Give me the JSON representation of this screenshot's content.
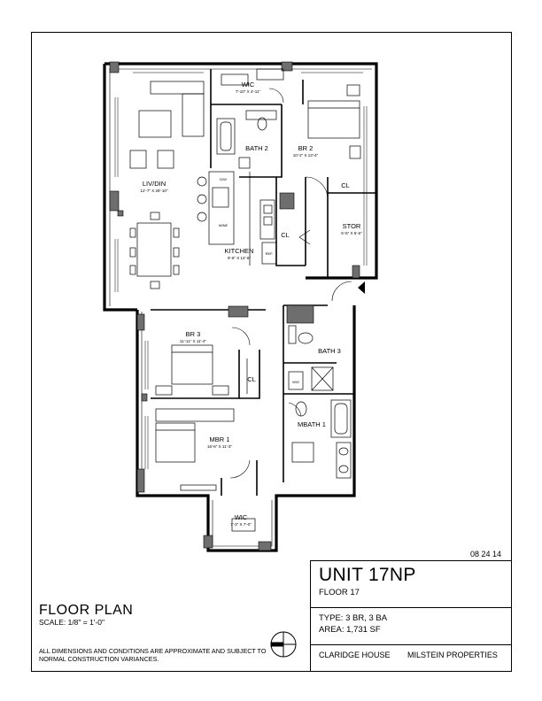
{
  "rooms": {
    "wic_top": {
      "name": "WIC",
      "dims": "7'-10\" X 4'-11\""
    },
    "liv_din": {
      "name": "LIV/DIN",
      "dims": "12'-7\" X 28'-10\""
    },
    "bath2": {
      "name": "BATH 2"
    },
    "br2": {
      "name": "BR 2",
      "dims": "10'-2\" X 13'-4\""
    },
    "cl_br2": {
      "name": "CL"
    },
    "stor": {
      "name": "STOR",
      "dims": "5'-5\" X 6'-6\""
    },
    "cl_kitchen": {
      "name": "CL"
    },
    "kitchen": {
      "name": "KITCHEN",
      "dims": "9'-6\" X 12'-6\""
    },
    "br3": {
      "name": "BR 3",
      "dims": "11'-11\" X 11'-4\""
    },
    "cl_br3": {
      "name": "CL"
    },
    "bath3": {
      "name": "BATH 3"
    },
    "mbath1": {
      "name": "MBATH 1"
    },
    "mbr1": {
      "name": "MBR 1",
      "dims": "16'-6\" X 11'-3\""
    },
    "wic_bottom": {
      "name": "WIC",
      "dims": "7'-3\" X 7'-0\""
    }
  },
  "appliances": {
    "dw": "D/W",
    "wine": "WINE",
    "refrigerator": "REF.",
    "washer_dryer": "W/D"
  },
  "date": "08 24 14",
  "title_block": {
    "unit": "UNIT 17NP",
    "floor": "FLOOR 17",
    "type": "TYPE: 3 BR, 3 BA",
    "area": "AREA: 1,731 SF",
    "building": "CLARIDGE HOUSE",
    "management": "MILSTEIN PROPERTIES"
  },
  "floor_plan_title": "FLOOR PLAN",
  "scale": "SCALE: 1/8\" = 1'-0\"",
  "disclaimer": "ALL DIMENSIONS AND CONDITIONS ARE APPROXIMATE AND SUBJECT TO NORMAL CONSTRUCTION VARIANCES.",
  "colors": {
    "wall": "#1a1a1a",
    "column": "#6e6e6e",
    "line": "#000000"
  }
}
